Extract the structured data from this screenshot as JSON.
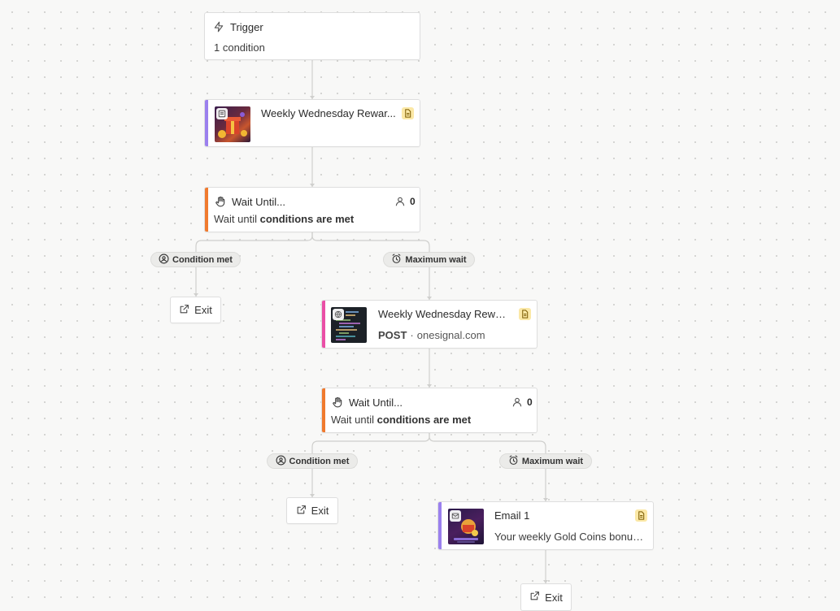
{
  "colors": {
    "purple_accent": "#9b80ee",
    "orange_accent": "#f07a2e",
    "pink_accent": "#ea4fa6",
    "badge_bg": "#fbe8a6"
  },
  "trigger": {
    "title": "Trigger",
    "subtitle": "1 condition",
    "icon": "lightning-icon"
  },
  "in_app": {
    "title": "Weekly Wednesday Rewar...",
    "icon": "in-app-message-icon",
    "badge_icon": "document-icon"
  },
  "wait1": {
    "title": "Wait Until...",
    "count": "0",
    "subtitle_prefix": "Wait until",
    "subtitle_emph": "conditions are met",
    "icon": "hand-icon"
  },
  "branch1": {
    "condition_met": "Condition met",
    "max_wait": "Maximum wait"
  },
  "exit1": {
    "label": "Exit"
  },
  "webhook": {
    "title": "Weekly Wednesday Rewar...",
    "method": "POST",
    "separator": "·",
    "host": "onesignal.com",
    "icon": "globe-icon"
  },
  "wait2": {
    "title": "Wait Until...",
    "count": "0",
    "subtitle_prefix": "Wait until",
    "subtitle_emph": "conditions are met",
    "icon": "hand-icon"
  },
  "branch2": {
    "condition_met": "Condition met",
    "max_wait": "Maximum wait"
  },
  "exit2": {
    "label": "Exit"
  },
  "email": {
    "title": "Email 1",
    "subtitle": "Your weekly Gold Coins bonus ...",
    "icon": "envelope-icon"
  },
  "exit3": {
    "label": "Exit"
  }
}
